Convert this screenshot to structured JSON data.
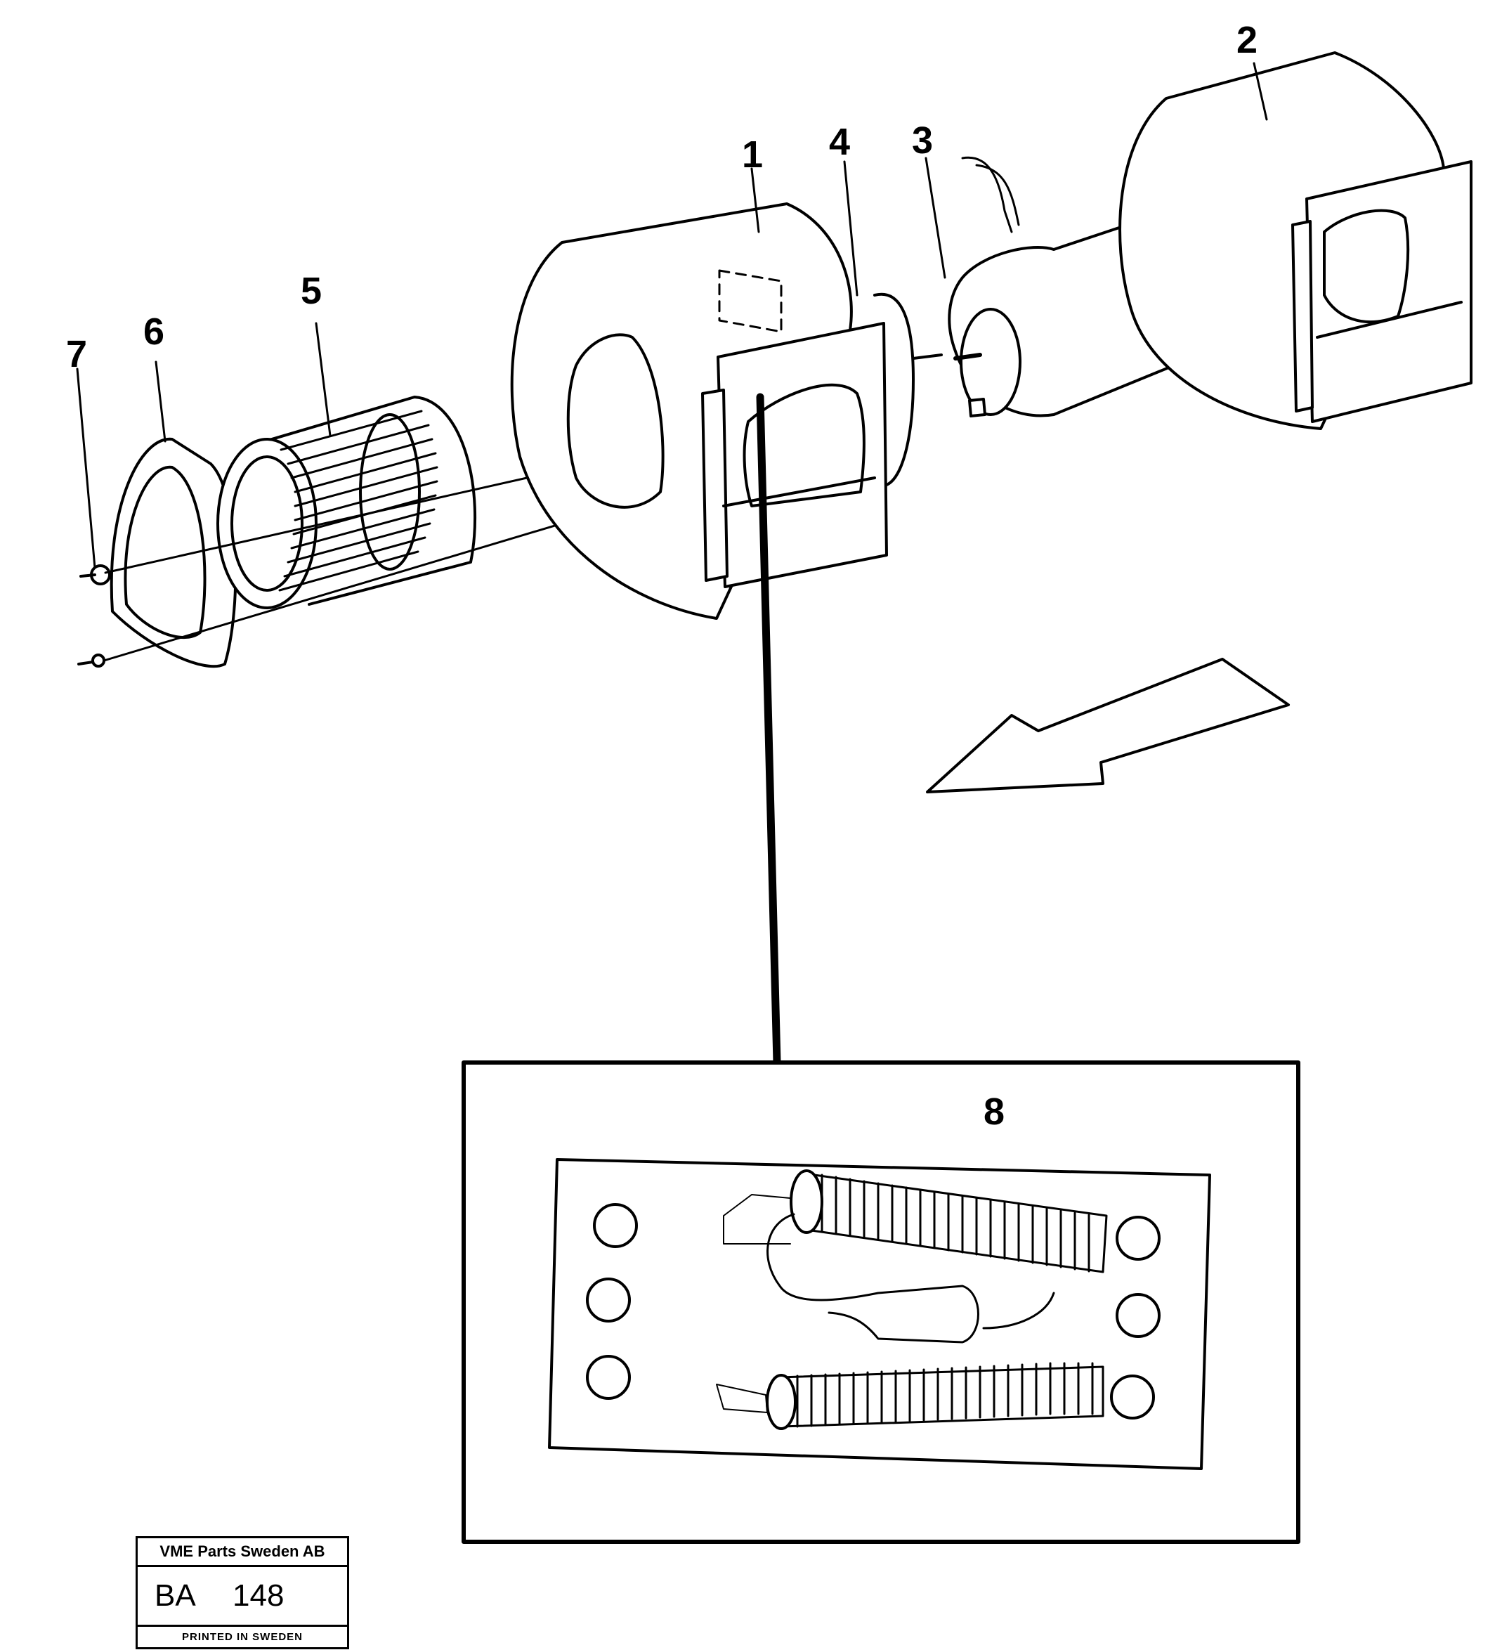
{
  "callouts": {
    "c1": "1",
    "c2": "2",
    "c3": "3",
    "c4": "4",
    "c5": "5",
    "c6": "6",
    "c7": "7",
    "c8": "8"
  },
  "stamp": {
    "company": "VME Parts Sweden AB",
    "code_prefix": "BA",
    "code_number": "148",
    "printed": "PRINTED IN SWEDEN"
  },
  "icons": [
    "airflow-arrow-icon"
  ]
}
